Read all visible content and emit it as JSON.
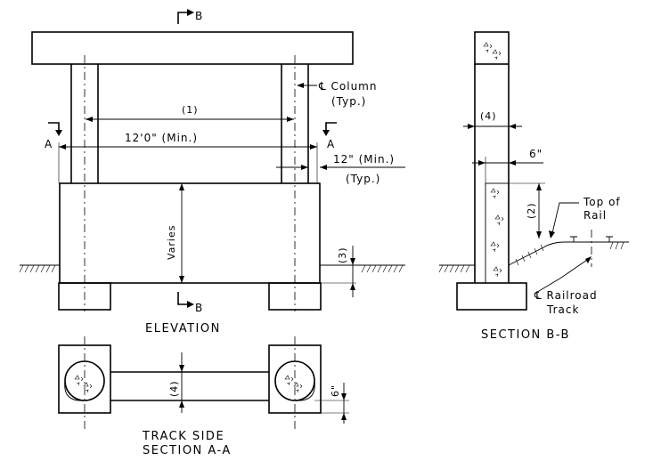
{
  "views": {
    "elevation": {
      "title": "ELEVATION",
      "cut_letter_b": "B",
      "cut_letter_a": "A",
      "column_note": "℄ Column",
      "column_note_typ": "(Typ.)",
      "dim_1": "(1)",
      "dim_12ft": "12'0\" (Min.)",
      "dim_12in": "12\" (Min.)",
      "dim_12in_typ": "(Typ.)",
      "varies": "Varies",
      "dim_3": "(3)"
    },
    "section_bb": {
      "title": "SECTION B-B",
      "dim_4": "(4)",
      "dim_6in": "6\"",
      "dim_2": "(2)",
      "top_of_rail_1": "Top of",
      "top_of_rail_2": "Rail",
      "cl_railroad_1": "℄ Railroad",
      "cl_railroad_2": "Track"
    },
    "section_aa": {
      "title_1": "TRACK SIDE",
      "title_2": "SECTION A-A",
      "dim_4": "(4)",
      "dim_6in": "6\""
    }
  }
}
